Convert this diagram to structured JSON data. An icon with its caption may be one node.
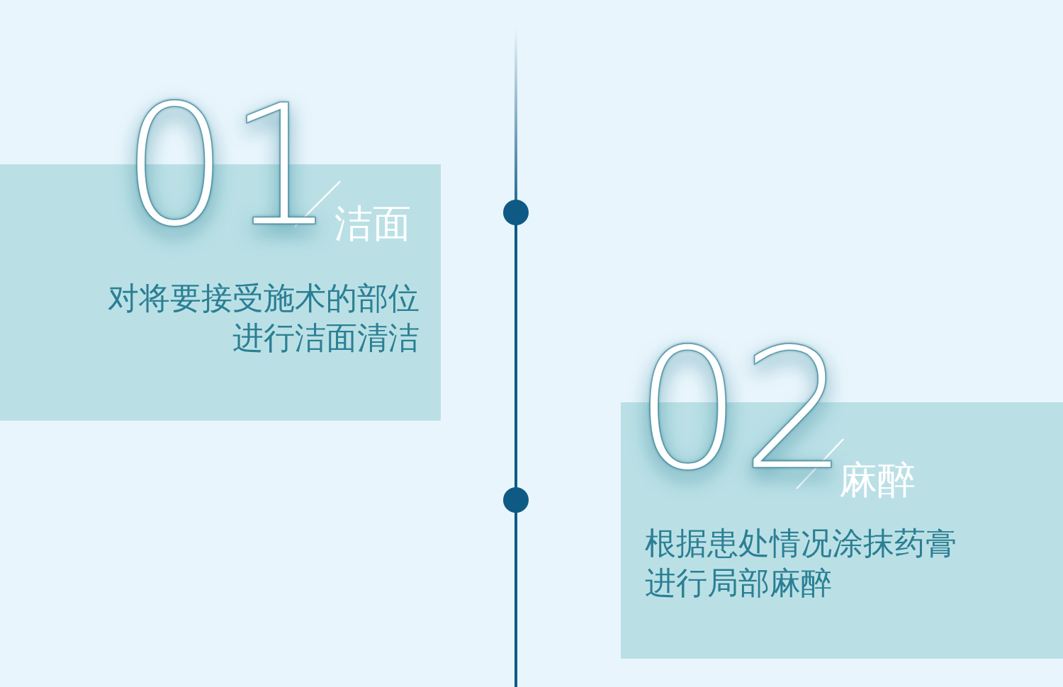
{
  "diagram": {
    "nodes": [
      {
        "text": [
          "01",
          "洁面",
          "对将要接受施术的部位进行洁面清洁"
        ]
      },
      {
        "text": [
          "02",
          "麻醉",
          "根据患处情况涂抹药膏进行局部麻醉"
        ]
      }
    ]
  }
}
